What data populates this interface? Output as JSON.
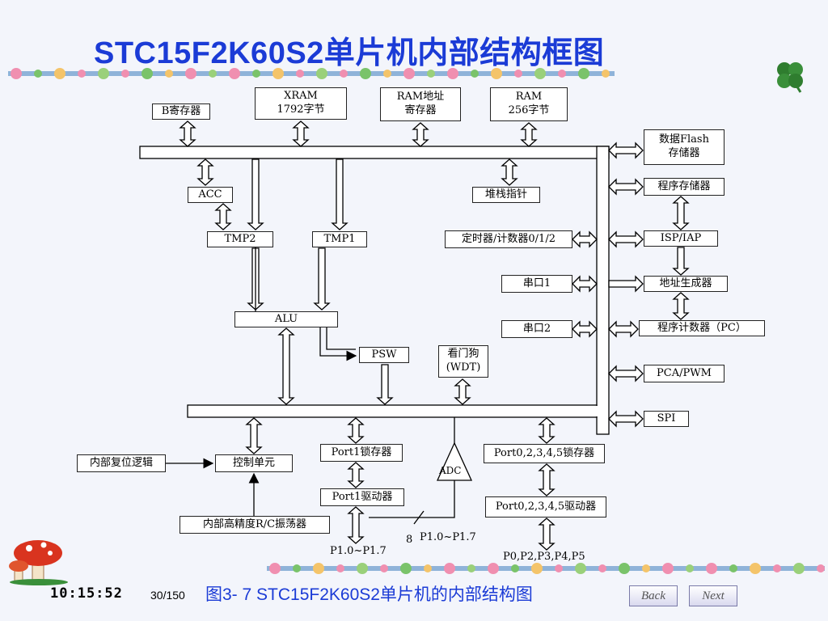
{
  "slide": {
    "title": "STC15F2K60S2单片机内部结构框图",
    "clock": "10:15:52",
    "page": "30/150",
    "caption": "图3- 7  STC15F2K60S2单片机的内部结构图",
    "back_label": "Back",
    "next_label": "Next"
  },
  "blocks": {
    "b_reg": "B寄存器",
    "xram_1": "XRAM",
    "xram_2": "1792字节",
    "ramaddr_1": "RAM地址",
    "ramaddr_2": "寄存器",
    "ram_1": "RAM",
    "ram_2": "256字节",
    "flash_1": "数据Flash",
    "flash_2": "存储器",
    "program_mem": "程序存储器",
    "acc": "ACC",
    "stack_ptr": "堆栈指针",
    "tmp2": "TMP2",
    "tmp1": "TMP1",
    "timer": "定时器/计数器0/1/2",
    "isp_iap": "ISP/IAP",
    "uart1": "串口1",
    "addr_gen": "地址生成器",
    "alu": "ALU",
    "uart2": "串口2",
    "pc": "程序计数器（PC）",
    "psw": "PSW",
    "wdt_1": "看门狗",
    "wdt_2": "(WDT)",
    "pca_pwm": "PCA/PWM",
    "spi": "SPI",
    "reset_logic": "内部复位逻辑",
    "control_unit": "控制单元",
    "port1_latch": "Port1锁存器",
    "adc": "ADC",
    "port_latch": "Port0,2,3,4,5锁存器",
    "port1_driver": "Port1驱动器",
    "port_driver": "Port0,2,3,4,5驱动器",
    "rc_osc": "内部高精度R/C振荡器"
  },
  "labels": {
    "bus_width": "8",
    "adc_pins": "P1.0~P1.7",
    "p1_pins": "P1.0~P1.7",
    "port_pins": "P0,P2,P3,P4,P5"
  },
  "colors": {
    "title": "#1b3bd6",
    "caption": "#1b3bd6",
    "leaf": "#2f7d2f"
  }
}
